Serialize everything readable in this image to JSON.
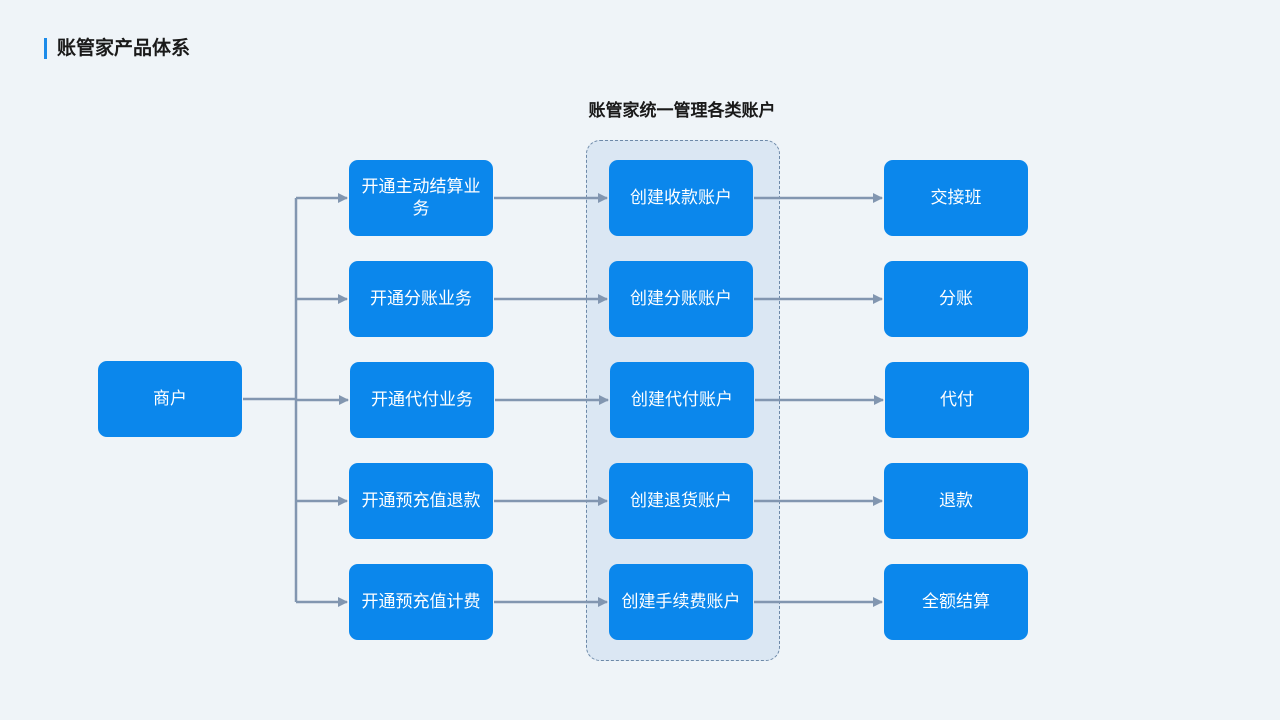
{
  "page": {
    "title": "账管家产品体系"
  },
  "diagram": {
    "group_title": "账管家统一管理各类账户",
    "source": {
      "label": "商户"
    },
    "services": [
      {
        "label": "开通主动结算业务"
      },
      {
        "label": "开通分账业务"
      },
      {
        "label": "开通代付业务"
      },
      {
        "label": "开通预充值退款"
      },
      {
        "label": "开通预充值计费"
      }
    ],
    "accounts": [
      {
        "label": "创建收款账户"
      },
      {
        "label": "创建分账账户"
      },
      {
        "label": "创建代付账户"
      },
      {
        "label": "创建退货账户"
      },
      {
        "label": "创建手续费账户"
      }
    ],
    "results": [
      {
        "label": "交接班"
      },
      {
        "label": "分账"
      },
      {
        "label": "代付"
      },
      {
        "label": "退款"
      },
      {
        "label": "全额结算"
      }
    ]
  },
  "colors": {
    "background": "#eff4f8",
    "node_fill": "#0b87ec",
    "node_text": "#ffffff",
    "connector": "#8296b0",
    "group_fill": "#dbe7f3",
    "group_border": "#6d89a8",
    "title_accent": "#1c8be9"
  }
}
